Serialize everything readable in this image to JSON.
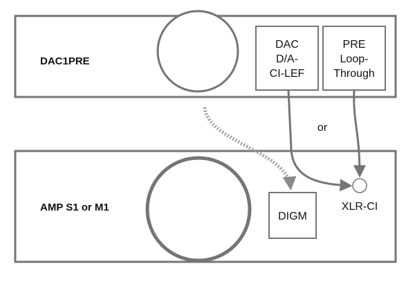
{
  "devices": {
    "top": {
      "name": "DAC1PRE"
    },
    "bottom": {
      "name": "AMP S1 or M1"
    }
  },
  "modules": {
    "dac": {
      "lines": [
        "DAC",
        "D/A-",
        "CI-LEF"
      ]
    },
    "pre": {
      "lines": [
        "PRE",
        "Loop-",
        "Through"
      ]
    },
    "digm": {
      "label": "DIGM"
    }
  },
  "connector": {
    "label": "XLR-CI"
  },
  "alternative_label": "or",
  "colors": {
    "stroke": "#757575",
    "dotted": "#9e9e9e",
    "text": "#111111"
  }
}
